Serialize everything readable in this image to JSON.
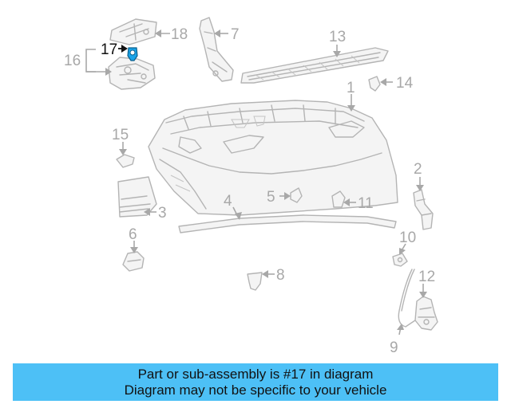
{
  "diagram": {
    "callouts": {
      "c1": "1",
      "c2": "2",
      "c3": "3",
      "c4": "4",
      "c5": "5",
      "c6": "6",
      "c7": "7",
      "c8": "8",
      "c9": "9",
      "c10": "10",
      "c11": "11",
      "c12": "12",
      "c13": "13",
      "c14": "14",
      "c15": "15",
      "c16": "16",
      "c17": "17",
      "c18": "18"
    },
    "highlighted_part": "17",
    "highlight_color": "#1aa3e8",
    "line_color": "#b4b4b4"
  },
  "banner": {
    "line1": "Part or sub-assembly is #17 in diagram",
    "line2": "Diagram may not be specific to your vehicle",
    "background": "#4dc0f6"
  }
}
